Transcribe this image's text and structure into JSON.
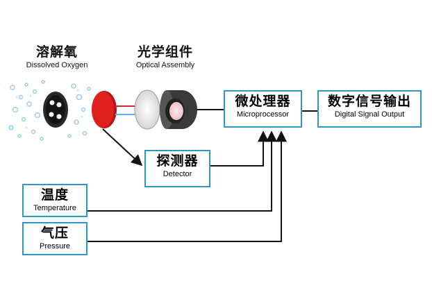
{
  "do": {
    "zh": "溶解氧",
    "en": "Dissolved Oxygen"
  },
  "optical": {
    "zh": "光学组件",
    "en": "Optical Assembly"
  },
  "micro": {
    "zh": "微处理器",
    "en": "Microprocessor"
  },
  "digital": {
    "zh": "数字信号输出",
    "en": "Digital Signal Output"
  },
  "detector": {
    "zh": "探测器",
    "en": "Detector"
  },
  "temp": {
    "zh": "温度",
    "en": "Temperature"
  },
  "press": {
    "zh": "气压",
    "en": "Pressure"
  },
  "colors": {
    "box_border": "#2e97c9",
    "wire": "#111111",
    "membrane": "#e0201f",
    "bubble": "#9ccbe9",
    "light_red": "#d8262e",
    "light_blue": "#5ab4e6"
  }
}
